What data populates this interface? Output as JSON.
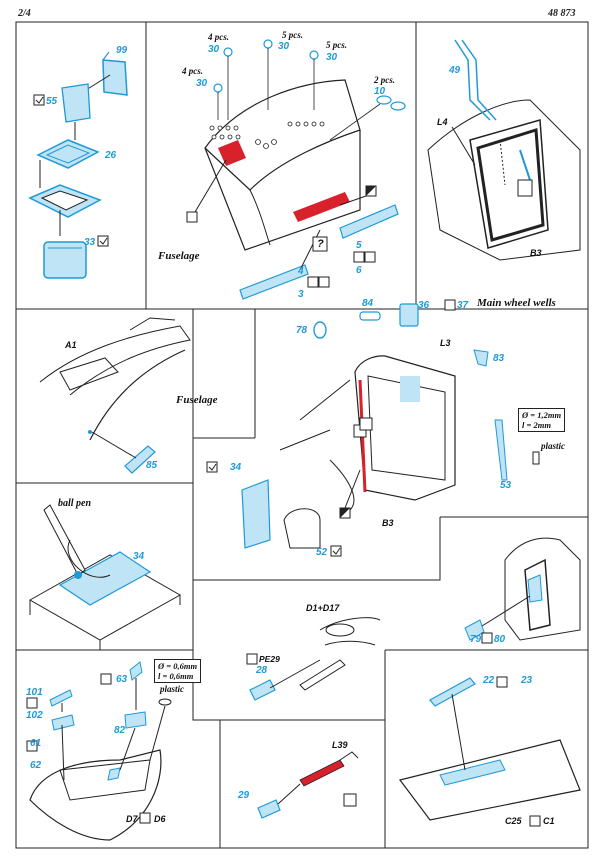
{
  "header": {
    "page": "2/4",
    "code": "48 873"
  },
  "sections": {
    "fuselage_top": "Fuselage",
    "wheel_wells_top": "Main wheel wells",
    "fuselage_mid": "Fuselage",
    "ball_pen": "ball pen"
  },
  "pcs": {
    "a": "4 pcs.",
    "b": "5 pcs.",
    "c": "5 pcs.",
    "d": "4 pcs.",
    "e": "2 pcs."
  },
  "refs": {
    "a1": "A1",
    "b3_top": "B3",
    "b3_mid": "B3",
    "l4": "L4",
    "l3": "L3",
    "d1d17": "D1+D17",
    "l39": "L39",
    "d7": "D7",
    "d6": "D6",
    "c25": "C25",
    "c1": "C1",
    "plastic_a": "plastic",
    "plastic_b": "plastic",
    "pe29": "PE29",
    "qmark": "?"
  },
  "specs": {
    "s1_dia": "Ø = 1,2mm",
    "s1_len": "l = 2mm",
    "s2_dia": "Ø = 0,6mm",
    "s2_len": "l = 0,6mm"
  },
  "parts": {
    "p99": "99",
    "p55": "55",
    "p26": "26",
    "p33": "33",
    "p30a": "30",
    "p30b": "30",
    "p30c": "30",
    "p30d": "30",
    "p10": "10",
    "p5": "5",
    "p6": "6",
    "p4": "4",
    "p3": "3",
    "p49": "49",
    "p84": "84",
    "p36": "36",
    "p37": "37",
    "p78": "78",
    "p83": "83",
    "p85": "85",
    "p34a": "34",
    "p52": "52",
    "p53": "53",
    "p34b": "34",
    "p79": "79",
    "p80": "80",
    "p28": "28",
    "p63": "63",
    "p101": "101",
    "p102": "102",
    "p82": "82",
    "p61": "61",
    "p62": "62",
    "p22": "22",
    "p23": "23",
    "p29": "29"
  },
  "colors": {
    "etch": "#1f9ad6",
    "etch_fill": "#bfe4f5",
    "red": "#d8212b",
    "line": "#222222"
  }
}
